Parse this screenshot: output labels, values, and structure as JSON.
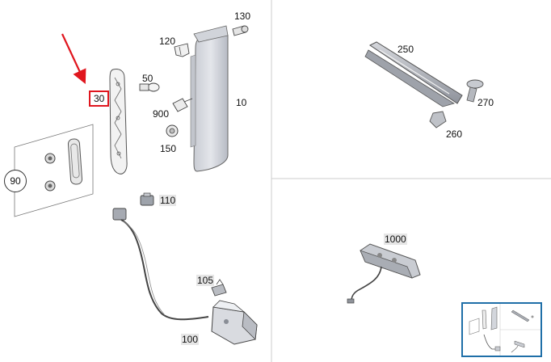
{
  "diagram": {
    "callouts": {
      "p10": "10",
      "p30": "30",
      "p50": "50",
      "p90": "90",
      "p100": "100",
      "p105": "105",
      "p110": "110",
      "p120": "120",
      "p130": "130",
      "p150": "150",
      "p250": "250",
      "p260": "260",
      "p270": "270",
      "p900": "900",
      "p1000": "1000"
    },
    "colors": {
      "highlight": "#e0161e",
      "thumbnail_border": "#1f6fa8",
      "divider": "#cccccc"
    }
  }
}
